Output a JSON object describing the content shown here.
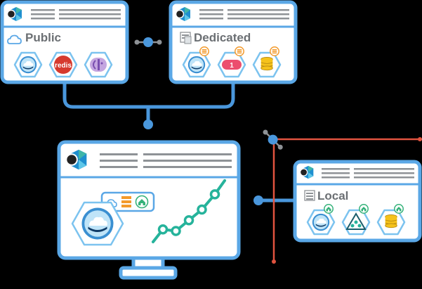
{
  "colors": {
    "background": "#000000",
    "panel_border": "#5aa7e6",
    "panel_fill": "#ffffff",
    "header_lines": "#8e9296",
    "connector_blue": "#4a97dc",
    "connector_red": "#e0533f",
    "hex_stroke": "#7cc3ef",
    "redis_red": "#d63a2e",
    "pink": "#ec4e6e",
    "gold": "#f5c21b",
    "orange": "#f39a2b",
    "green": "#35b27a",
    "teal": "#26b39b"
  },
  "panels": {
    "public": {
      "label": "Public",
      "icon": "cloud-icon",
      "services": [
        "bluemix-cloud-icon",
        "redis-icon",
        "elephant-db-icon"
      ]
    },
    "dedicated": {
      "label": "Dedicated",
      "icon": "dedicated-server-icon",
      "services": [
        "bluemix-cloud-icon",
        "pill-icon",
        "database-stack-icon"
      ],
      "service_badges": [
        "1"
      ]
    },
    "local": {
      "label": "Local",
      "icon": "local-server-icon",
      "services": [
        "bluemix-cloud-icon",
        "tree-icon",
        "database-stack-icon"
      ]
    }
  },
  "monitor": {
    "badge_icons": [
      "cloud-icon",
      "server-stack-icon",
      "house-icon"
    ],
    "main_icon": "bluemix-cloud-icon",
    "chart_data": {
      "type": "line",
      "x": [
        1,
        2,
        3,
        4,
        5
      ],
      "y": [
        1.0,
        0.9,
        1.6,
        2.3,
        3.3
      ],
      "ylim": [
        0,
        3.5
      ]
    }
  },
  "connectors": [
    "link-node-icon",
    "link-node-icon",
    "link-node-icon"
  ]
}
